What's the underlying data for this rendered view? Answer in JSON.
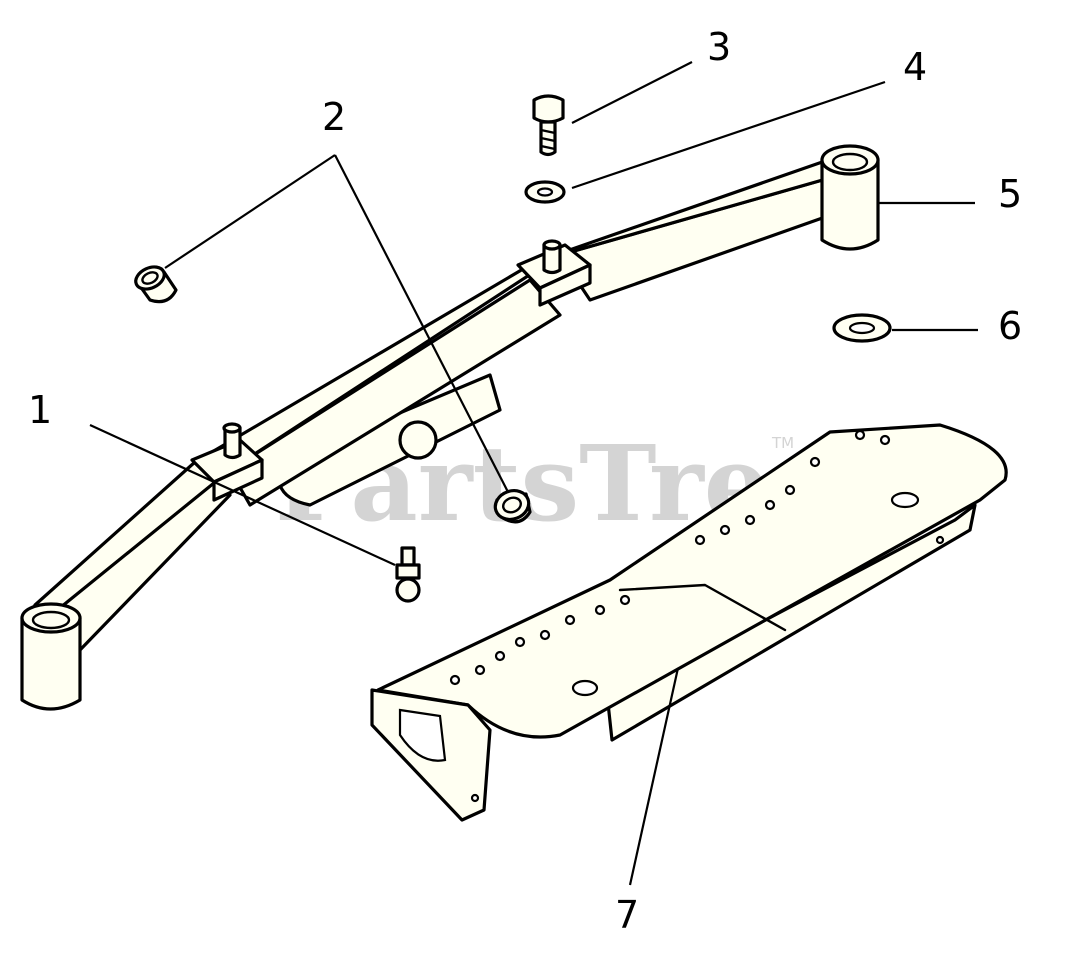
{
  "watermark": {
    "text": "PartsTree",
    "trademark": "TM"
  },
  "callouts": [
    {
      "id": "1",
      "label": "1"
    },
    {
      "id": "2",
      "label": "2"
    },
    {
      "id": "3",
      "label": "3"
    },
    {
      "id": "4",
      "label": "4"
    },
    {
      "id": "5",
      "label": "5"
    },
    {
      "id": "6",
      "label": "6"
    },
    {
      "id": "7",
      "label": "7"
    }
  ]
}
